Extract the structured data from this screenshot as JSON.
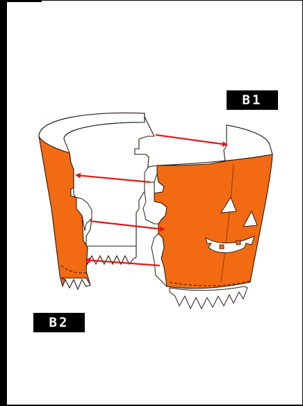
{
  "labels": {
    "b1": "B1",
    "b2": "B2"
  },
  "colors": {
    "pumpkin_orange": "#f26a12",
    "arrow_red": "#e01818",
    "outline": "#2a1a10",
    "paper_white": "#ffffff"
  },
  "figure": {
    "subject": "pumpkin-lantern-assembly",
    "arrows": 4
  }
}
